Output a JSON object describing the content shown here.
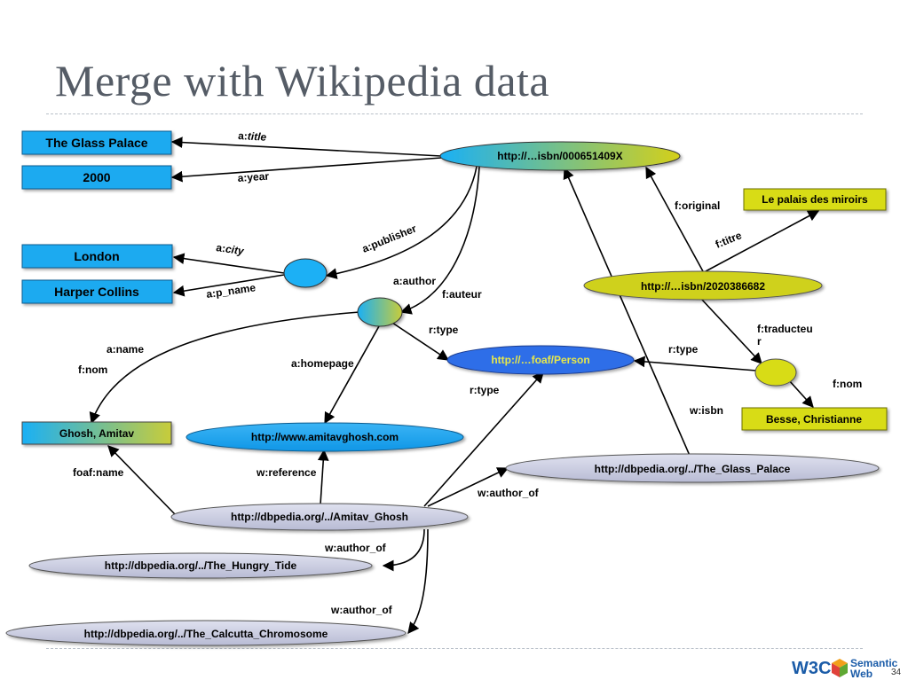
{
  "slide": {
    "title": "Merge with Wikipedia data",
    "page_number": "34"
  },
  "nodes": {
    "the_glass_palace": "The Glass Palace",
    "year_2000": "2000",
    "london": "London",
    "harper_collins": "Harper Collins",
    "isbn_000651409x": "http://…isbn/000651409X",
    "le_palais": "Le palais des miroirs",
    "isbn_2020386682": "http://…isbn/2020386682",
    "foaf_person": "http://…foaf/Person",
    "ghosh_amitav": "Ghosh, Amitav",
    "amitavghosh_com": "http://www.amitavghosh.com",
    "besse": "Besse, Christianne",
    "dbpedia_glass_palace": "http://dbpedia.org/../The_Glass_Palace",
    "dbpedia_amitav": "http://dbpedia.org/../Amitav_Ghosh",
    "dbpedia_hungry_tide": "http://dbpedia.org/../The_Hungry_Tide",
    "dbpedia_calcutta": "http://dbpedia.org/../The_Calcutta_Chromosome"
  },
  "edges": {
    "a_title_prefix": "a:",
    "a_title_local": "title",
    "a_year": "a:year",
    "a_city_prefix": "a:",
    "a_city_local": "city",
    "a_p_name": "a:p_name",
    "a_publisher": "a:publisher",
    "a_author": "a:author",
    "f_auteur": "f:auteur",
    "f_original": "f:original",
    "f_titre": "f:titre",
    "f_traducteur_1": "f:traducteu",
    "f_traducteur_2": "r",
    "r_type_1": "r:type",
    "r_type_2": "r:type",
    "r_type_3": "r:type",
    "a_name": "a:name",
    "f_nom_1": "f:nom",
    "f_nom_2": "f:nom",
    "a_homepage": "a:homepage",
    "w_isbn": "w:isbn",
    "foaf_name": "foaf:name",
    "w_reference": "w:reference",
    "w_author_of_1": "w:author_of",
    "w_author_of_2": "w:author_of",
    "w_author_of_3": "w:author_of"
  },
  "logo": {
    "w3c": "W3C",
    "semantic": "Semantic",
    "web": "Web"
  },
  "colors": {
    "literal_blue": "#1aaaf0",
    "yellow_green": "#c8cc1a",
    "person_blue": "#2f6ee8",
    "dbpedia_lavender": "#c9cbe0",
    "homepage_blue": "#1aa0ee"
  }
}
